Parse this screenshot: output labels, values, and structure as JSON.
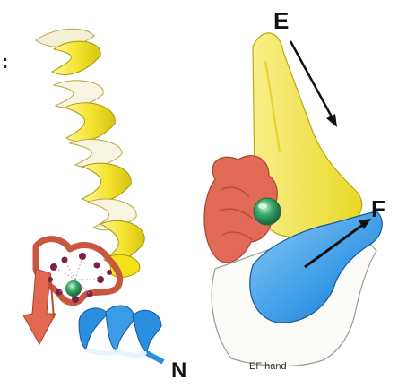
{
  "diagram": {
    "label_e": "E",
    "label_f": "F",
    "label_n": "N",
    "label_ef_hand": "EF hand",
    "stray_mark": ":"
  },
  "colors": {
    "helix_e": "#f2e21a",
    "helix_f": "#2a8fe0",
    "loop": "#e2694f",
    "calcium": "#3aa86a",
    "hand_yellow": "#f3e64a",
    "hand_blue": "#3a9be6",
    "hand_red": "#e06a55"
  }
}
